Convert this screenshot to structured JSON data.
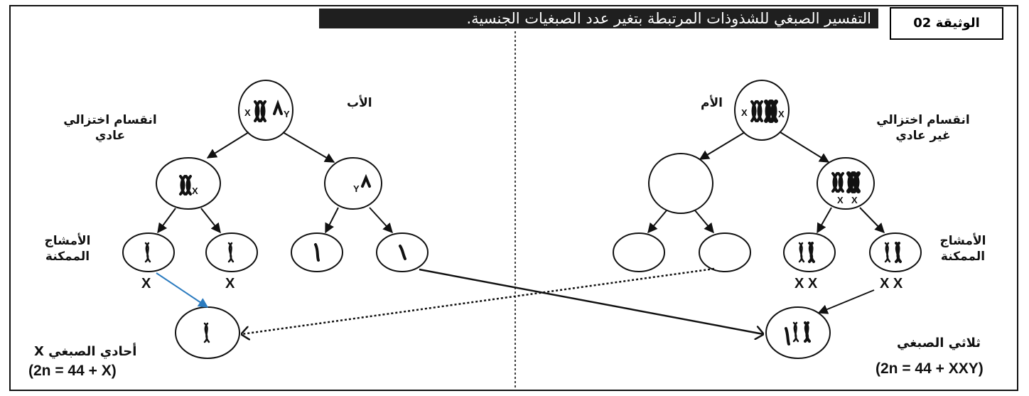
{
  "document": {
    "label": "الوثيقة 02",
    "title": "التفسير الصبغي للشذوذات المرتبطة بتغير عدد الصبغيات الجنسية."
  },
  "father_side": {
    "parent_label": "الأب",
    "division_label": [
      "انقسام اختزالي",
      "عادي"
    ],
    "gametes_label": [
      "الأمشاج",
      "الممكنة"
    ],
    "gamete_tags": [
      "X",
      "X"
    ],
    "offspring_label": "أحادي الصبغي X",
    "offspring_formula": "(2n = 44 + X)"
  },
  "mother_side": {
    "parent_label": "الأم",
    "division_label": [
      "انقسام اختزالي",
      "غير عادي"
    ],
    "gametes_label": [
      "الأمشاج",
      "الممكنة"
    ],
    "gamete_tags": [
      "X X",
      "X X"
    ],
    "offspring_label": "ثلاثي الصبغي",
    "offspring_formula": "(2n = 44 + XXY)"
  },
  "chromosome_letters": {
    "x": "X",
    "y": "Y"
  },
  "colors": {
    "ink": "#111111",
    "title_background": "#1f1f1f",
    "blue_arrow": "#2b7bbf"
  }
}
